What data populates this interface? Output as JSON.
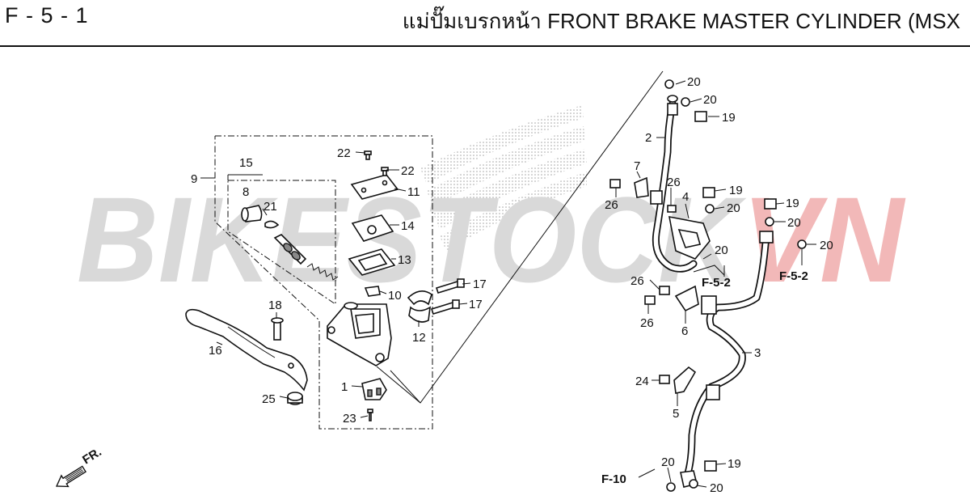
{
  "header": {
    "section_code": "F - 5 - 1",
    "title": "แม่ปั๊มเบรกหน้า  FRONT BRAKE MASTER CYLINDER (MSX"
  },
  "watermark": {
    "text_left": "BIKESTOCK",
    "text_right": "VN"
  },
  "orientation": {
    "label": "FR."
  },
  "callouts": {
    "c1": "1",
    "c2": "2",
    "c3": "3",
    "c4": "4",
    "c5": "5",
    "c6": "6",
    "c7": "7",
    "c8": "8",
    "c9": "9",
    "c10": "10",
    "c11": "11",
    "c12": "12",
    "c13": "13",
    "c14": "14",
    "c15": "15",
    "c16": "16",
    "c17a": "17",
    "c17b": "17",
    "c18": "18",
    "c19a": "19",
    "c19b": "19",
    "c19c": "19",
    "c19d": "19",
    "c20a": "20",
    "c20b": "20",
    "c20c": "20",
    "c20d": "20",
    "c20e": "20",
    "c20f": "20",
    "c20g": "20",
    "c20h": "20",
    "c21": "21",
    "c22a": "22",
    "c22b": "22",
    "c23": "23",
    "c24": "24",
    "c25": "25",
    "c26a": "26",
    "c26b": "26",
    "c26c": "26",
    "c26d": "26"
  },
  "references": {
    "r1": "F-5-2",
    "r2": "F-5-2",
    "r3": "F-10"
  }
}
